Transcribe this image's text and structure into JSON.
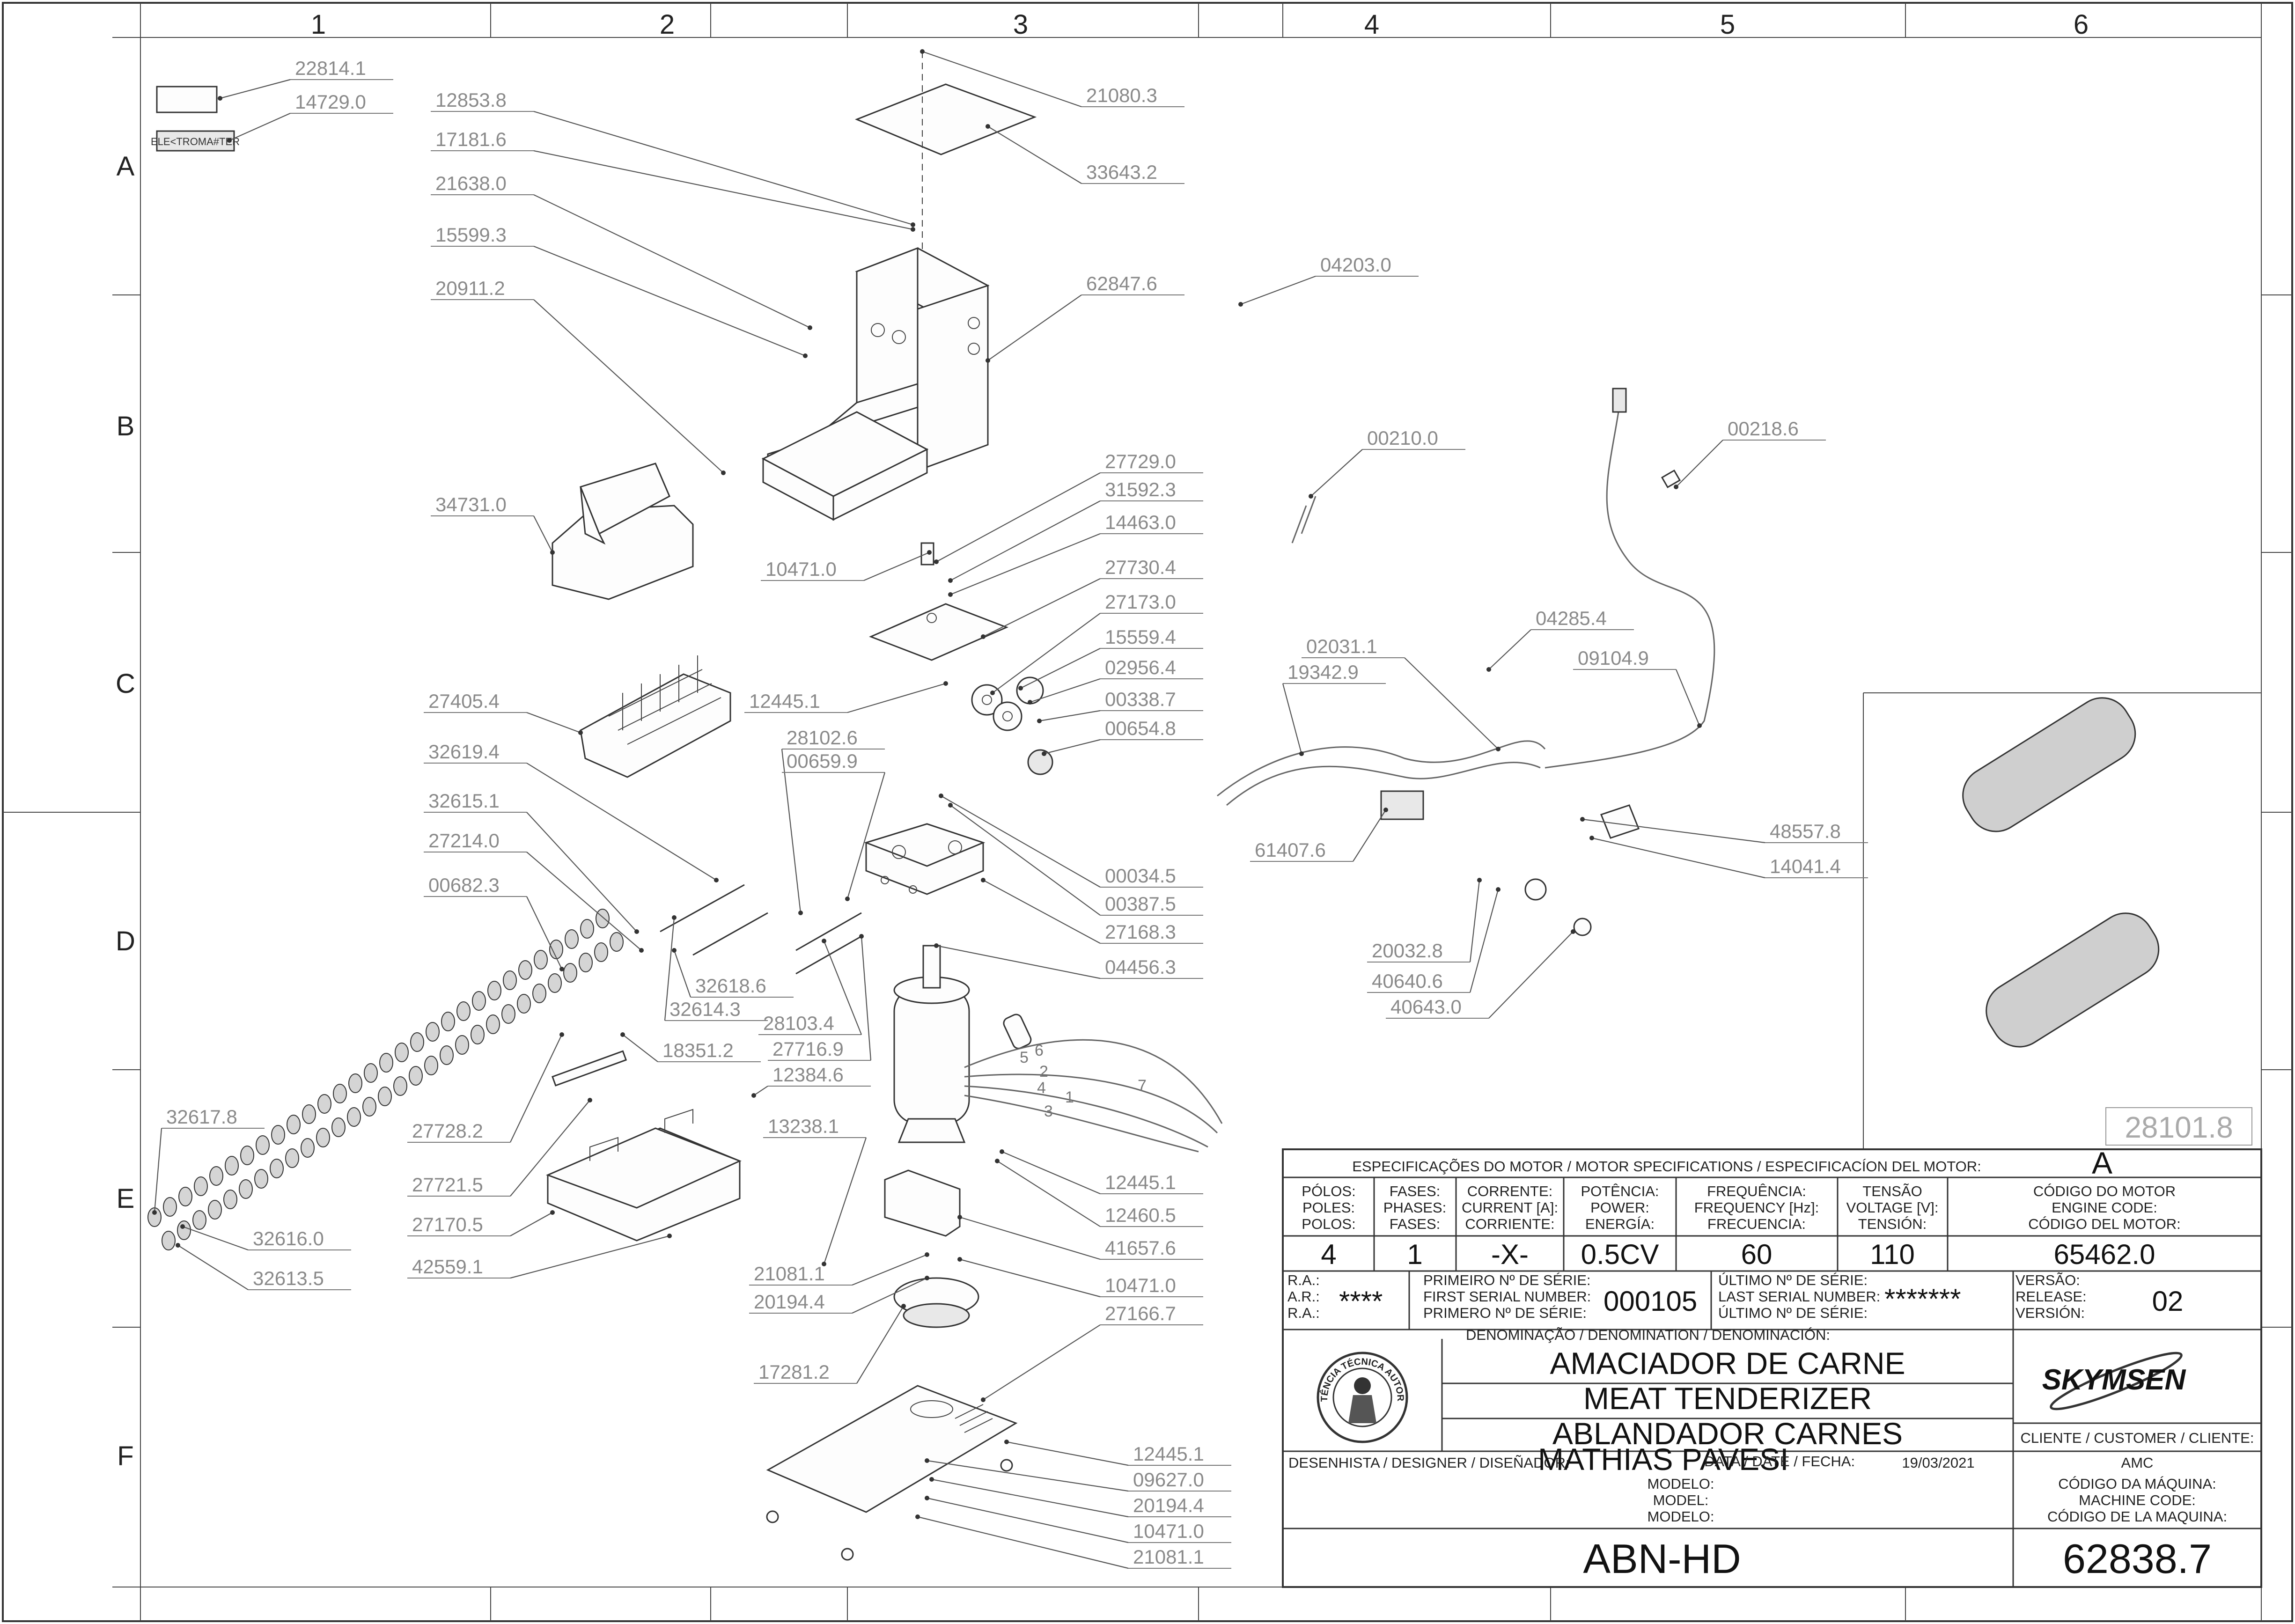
{
  "grid": {
    "columns": [
      "1",
      "2",
      "3",
      "4",
      "5",
      "6"
    ],
    "rows": [
      "A",
      "B",
      "C",
      "D",
      "E",
      "F"
    ]
  },
  "part_labels": [
    "22814.1",
    "14729.0",
    "12853.8",
    "17181.6",
    "21638.0",
    "15599.3",
    "20911.2",
    "34731.0",
    "21080.3",
    "33643.2",
    "62847.6",
    "04203.0",
    "27729.0",
    "31592.3",
    "14463.0",
    "10471.0",
    "27730.4",
    "27173.0",
    "15559.4",
    "02956.4",
    "00338.7",
    "00654.8",
    "12445.1",
    "27405.4",
    "28102.6",
    "00659.9",
    "32619.4",
    "32615.1",
    "27214.0",
    "00682.3",
    "00034.5",
    "00387.5",
    "27168.3",
    "04456.3",
    "32618.6",
    "32614.3",
    "28103.4",
    "18351.2",
    "27716.9",
    "12384.6",
    "32617.8",
    "27728.2",
    "13238.1",
    "27721.5",
    "27170.5",
    "42559.1",
    "32616.0",
    "32613.5",
    "12445.1",
    "12460.5",
    "41657.6",
    "21081.1",
    "20194.4",
    "10471.0",
    "27166.7",
    "17281.2",
    "12445.1",
    "09627.0",
    "20194.4",
    "10471.0",
    "21081.1",
    "00210.0",
    "00218.6",
    "04285.4",
    "02031.1",
    "19342.9",
    "09104.9",
    "61407.6",
    "48557.8",
    "14041.4",
    "20032.8",
    "40640.6",
    "40643.0",
    "28101.8"
  ],
  "small_part_text": {
    "brand_tag": "ELE<TROMA#TER"
  },
  "wire_numbers": [
    "5",
    "6",
    "2",
    "4",
    "1",
    "3",
    "7"
  ],
  "motor": {
    "title": "ESPECIFICAÇÕES DO MOTOR / MOTOR SPECIFICATIONS / ESPECIFICACÍON DEL MOTOR:",
    "version_letter": "A",
    "headers": {
      "poles": [
        "PÓLOS:",
        "POLES:",
        "POLOS:"
      ],
      "phases": [
        "FASES:",
        "PHASES:",
        "FASES:"
      ],
      "current": [
        "CORRENTE:",
        "CURRENT [A]:",
        "CORRIENTE:"
      ],
      "power": [
        "POTÊNCIA:",
        "POWER:",
        "ENERGÍA:"
      ],
      "frequency": [
        "FREQUÊNCIA:",
        "FREQUENCY [Hz]:",
        "FRECUENCIA:"
      ],
      "voltage": [
        "TENSÃO",
        "VOLTAGE [V]:",
        "TENSIÓN:"
      ],
      "code": [
        "CÓDIGO DO MOTOR",
        "ENGINE CODE:",
        "CÓDIGO DEL MOTOR:"
      ]
    },
    "values": {
      "poles": "4",
      "phases": "1",
      "current": "-X-",
      "power": "0.5CV",
      "frequency": "60",
      "voltage": "110",
      "code": "65462.0"
    }
  },
  "serial": {
    "ra_labels": [
      "R.A.:",
      "A.R.:",
      "R.A.:"
    ],
    "ra_value": "****",
    "first_labels": [
      "PRIMEIRO Nº DE SÉRIE:",
      "FIRST SERIAL NUMBER:",
      "PRIMERO Nº DE SÉRIE:"
    ],
    "first_value": "000105",
    "last_labels": [
      "ÚLTIMO Nº DE SÉRIE:",
      "LAST SERIAL NUMBER:",
      "ÚLTIMO Nº DE SÉRIE:"
    ],
    "last_value": "*******",
    "version_labels": [
      "VERSÃO:",
      "RELEASE:",
      "VERSIÓN:"
    ],
    "version_value": "02"
  },
  "denomination": {
    "label": "DENOMINAÇÃO / DENOMINATION / DENOMINACIÓN:",
    "lines": [
      "AMACIADOR DE CARNE",
      "MEAT TENDERIZER",
      "ABLANDADOR CARNES"
    ],
    "seal_text": [
      "ASSISTÊNCIA TÉCNICA AUTORIZADA"
    ],
    "brand": "SKYMSEN"
  },
  "designer": {
    "label": "DESENHISTA / DESIGNER / DISEÑADOR:",
    "name": "MATHIAS PAVESI",
    "date_label": "DATA / DATE / FECHA:",
    "date": "19/03/2021"
  },
  "client": {
    "label": "CLIENTE / CUSTOMER / CLIENTE:",
    "value": "AMC"
  },
  "model": {
    "labels": [
      "MODELO:",
      "MODEL:",
      "MODELO:"
    ],
    "value": "ABN-HD"
  },
  "machine_code": {
    "labels": [
      "CÓDIGO DA MÁQUINA:",
      "MACHINE CODE:",
      "CÓDIGO DE LA MAQUINA:"
    ],
    "value": "62838.7"
  }
}
